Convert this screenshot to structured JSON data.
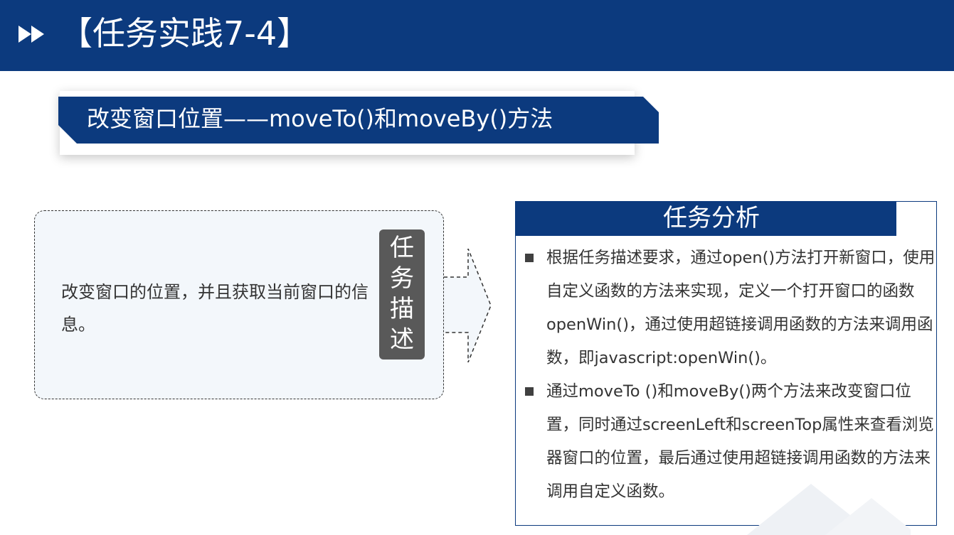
{
  "header": {
    "title": "【任务实践7-4】",
    "icon": "fast-forward-icon",
    "background_color": "#0c3a7e"
  },
  "subtitle": {
    "text": "改变窗口位置——moveTo()和moveBy()方法"
  },
  "task_description": {
    "tag_chars": [
      "任",
      "务",
      "描",
      "述"
    ],
    "text": "改变窗口的位置，并且获取当前窗口的信息。"
  },
  "analysis": {
    "title": "任务分析",
    "items": [
      {
        "text": "根据任务描述要求，通过open()方法打开新窗口，使用自定义函数的方法来实现，定义一个打开窗口的函数openWin()，通过使用超链接调用函数的方法来调用函数，即javascript:openWin()。"
      },
      {
        "text": "通过moveTo ()和moveBy()两个方法来改变窗口位置，同时通过screenLeft和screenTop属性来查看浏览器窗口的位置，最后通过使用超链接调用函数的方法来调用自定义函数。"
      }
    ]
  },
  "colors": {
    "primary_navy": "#0c3a7e",
    "tag_gray": "#595959",
    "card_fill": "#f3f7fb"
  }
}
